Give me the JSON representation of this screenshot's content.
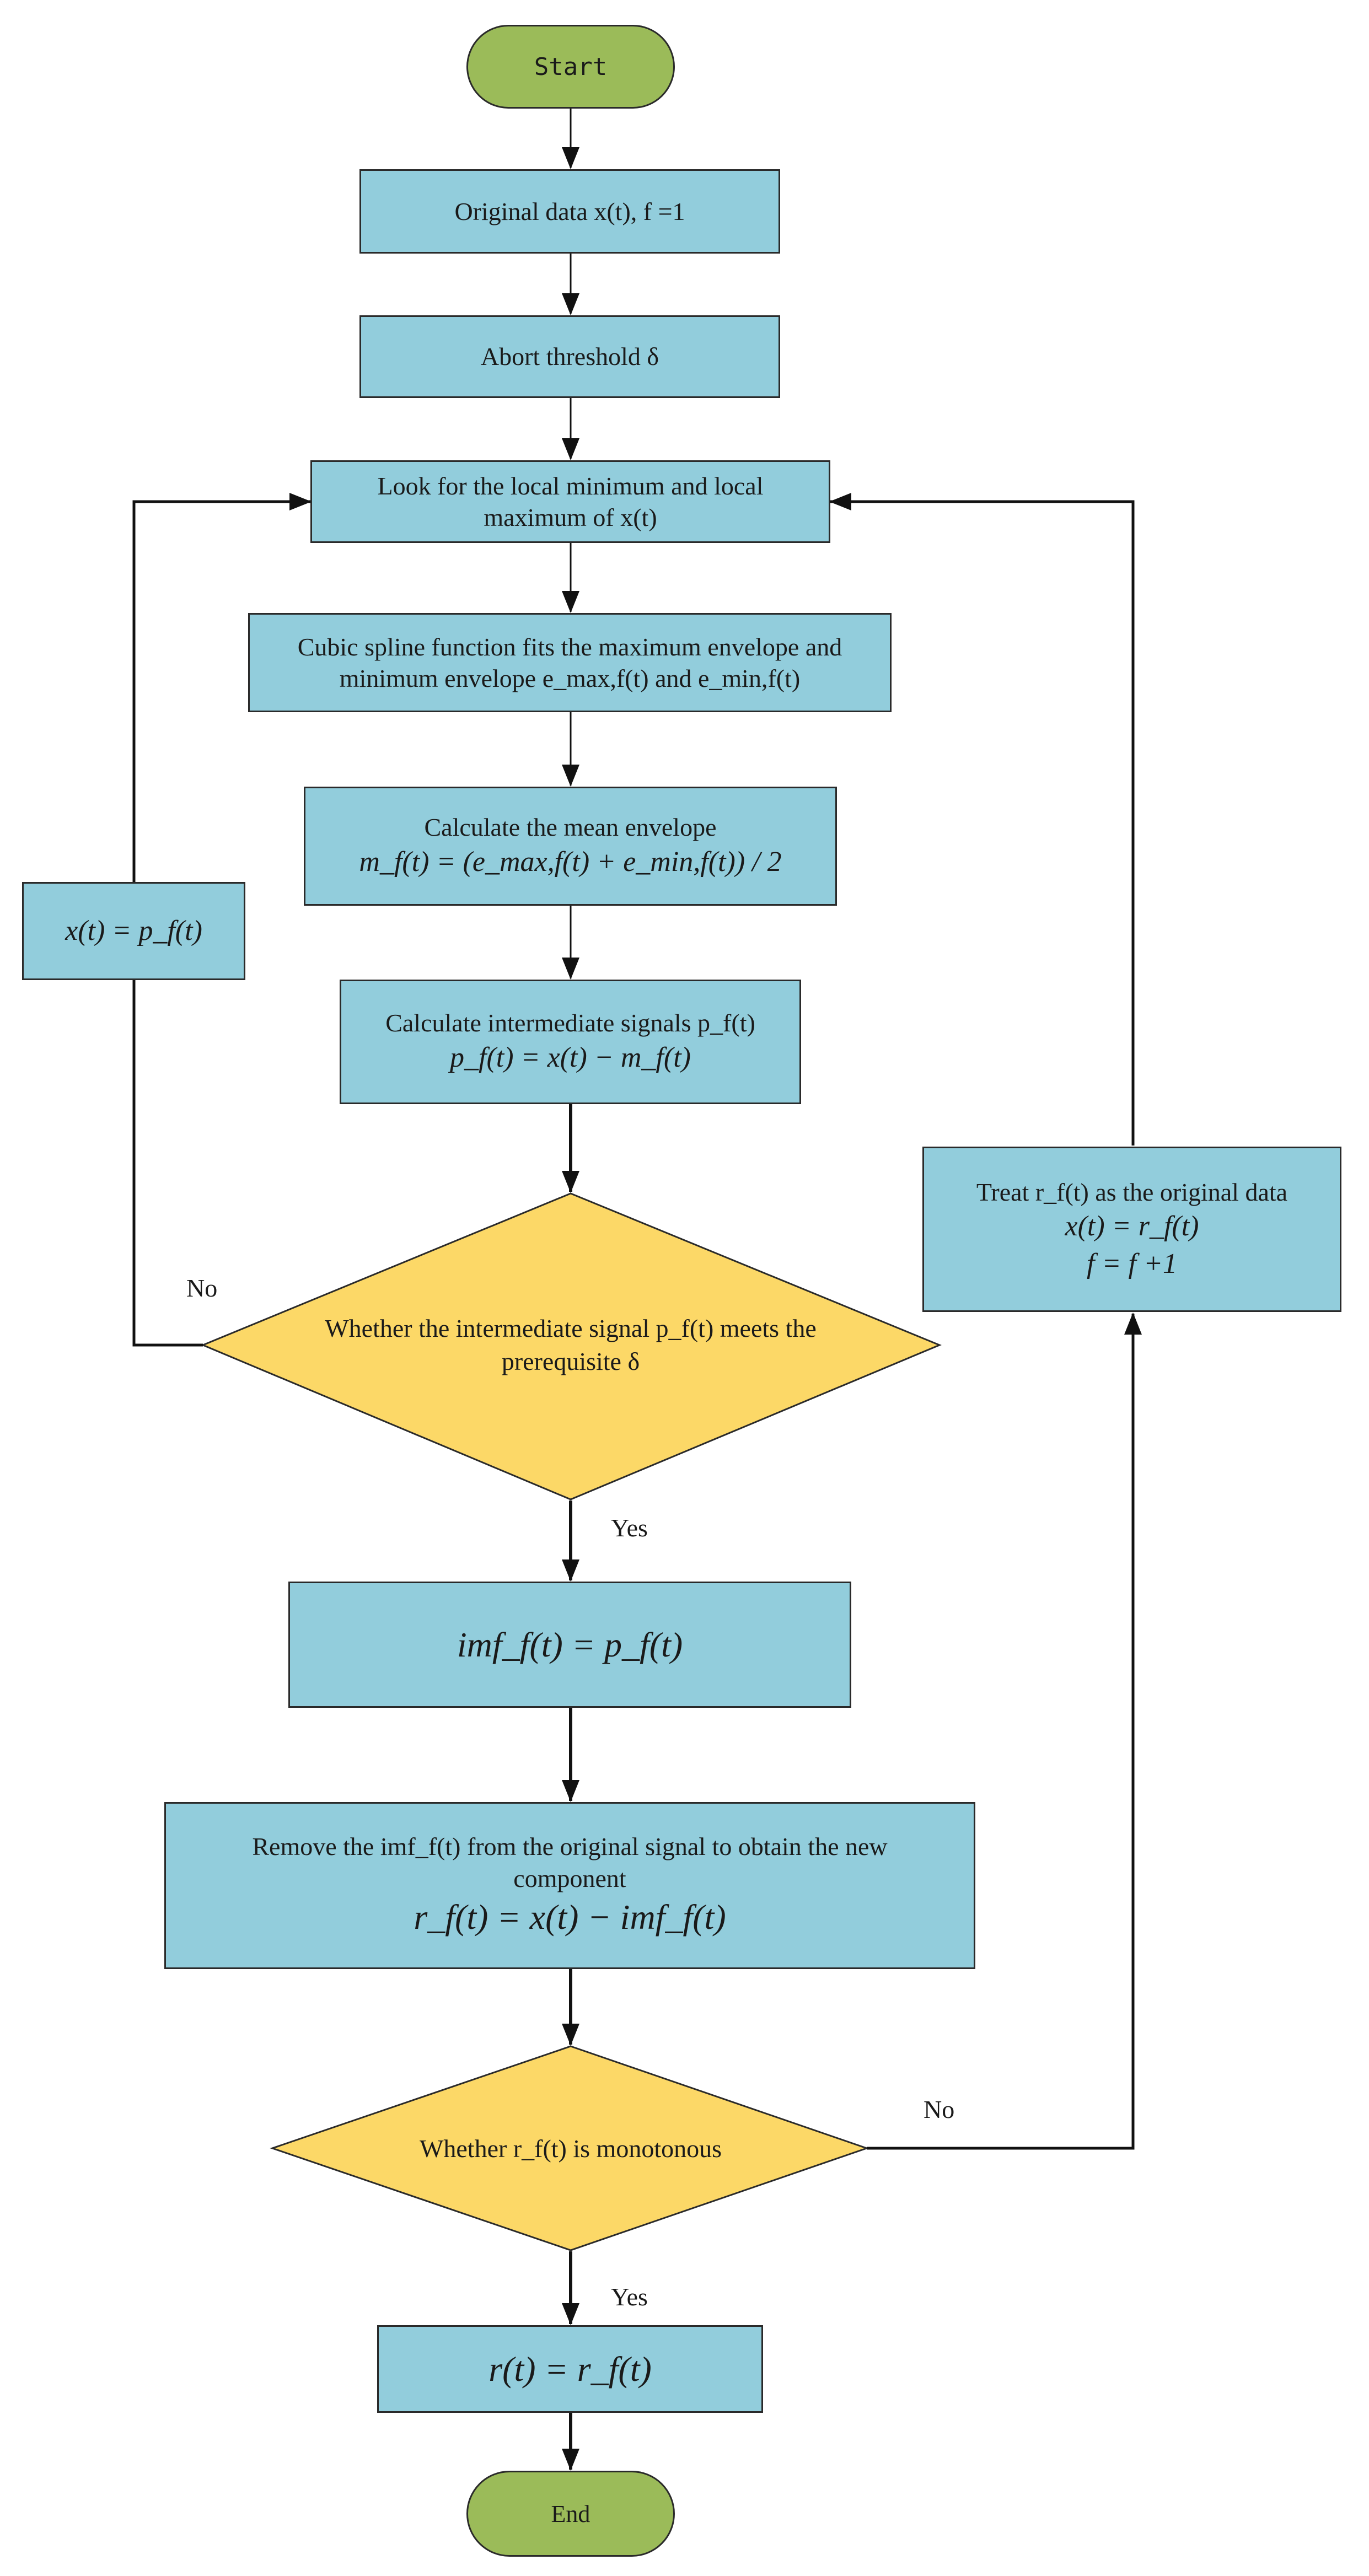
{
  "nodes": {
    "start": "Start",
    "original_data": {
      "text": "Original data x(t), f =1"
    },
    "abort_threshold": {
      "text": "Abort threshold δ"
    },
    "local_extrema": {
      "line1": "Look for the local minimum and local",
      "line2": "maximum of x(t)"
    },
    "spline": {
      "line1": "Cubic spline function fits the maximum envelope and",
      "line2": "minimum envelope  e_max,f(t)  and  e_min,f(t)"
    },
    "mean_envelope": {
      "line1": "Calculate the mean envelope",
      "formula": "m_f(t) = (e_max,f(t) + e_min,f(t)) / 2"
    },
    "intermediate": {
      "line1": "Calculate intermediate signals p_f(t)",
      "formula": "p_f(t) = x(t) − m_f(t)"
    },
    "decision_prereq": {
      "line1": "Whether the intermediate signal p_f(t) meets the",
      "line2": "prerequisite δ"
    },
    "feedback_x": {
      "formula": "x(t) = p_f(t)"
    },
    "imf": {
      "formula": "imf_f(t) = p_f(t)"
    },
    "remove": {
      "line1": "Remove the  imf_f(t)  from the original signal to obtain the new",
      "line2": "component",
      "formula": "r_f(t) = x(t) − imf_f(t)"
    },
    "decision_mono": {
      "text": "Whether  r_f(t)  is monotonous"
    },
    "treat": {
      "line1": "Treat  r_f(t)  as the original data",
      "formula1": "x(t) = r_f(t)",
      "formula2": "f = f +1"
    },
    "result": {
      "formula": "r(t) = r_f(t)"
    },
    "end": "End"
  },
  "edge_labels": {
    "no_left": "No",
    "yes_1": "Yes",
    "no_right": "No",
    "yes_2": "Yes"
  },
  "colors": {
    "process": "#92cddc",
    "decision": "#fcd867",
    "terminal": "#9bbb59",
    "stroke": "#2a2a2a"
  }
}
